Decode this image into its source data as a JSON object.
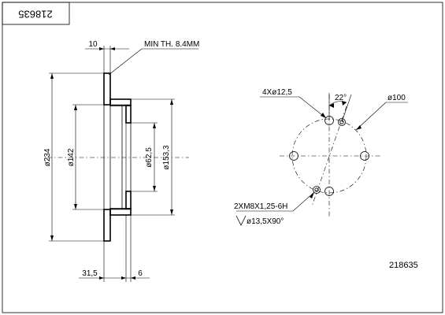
{
  "part_number_rotated": "218635",
  "part_number": "218635",
  "side_view": {
    "dim_thickness": "10",
    "label_min_thickness": "MIN TH. 8.4MM",
    "dim_outer_diameter": "ø234",
    "dim_friction_inner_diameter": "ø142",
    "dim_center_bore": "ø62,5",
    "dim_hub_diameter": "ø153,3",
    "dim_total_height": "31,5",
    "dim_hub_height": "6"
  },
  "front_view": {
    "label_bolt_holes": "4Xø12,5",
    "label_angle": "22°",
    "label_pcd": "ø100",
    "label_thread": "2XM8X1,25-6H",
    "label_countersink": "ø13,5X90°"
  }
}
